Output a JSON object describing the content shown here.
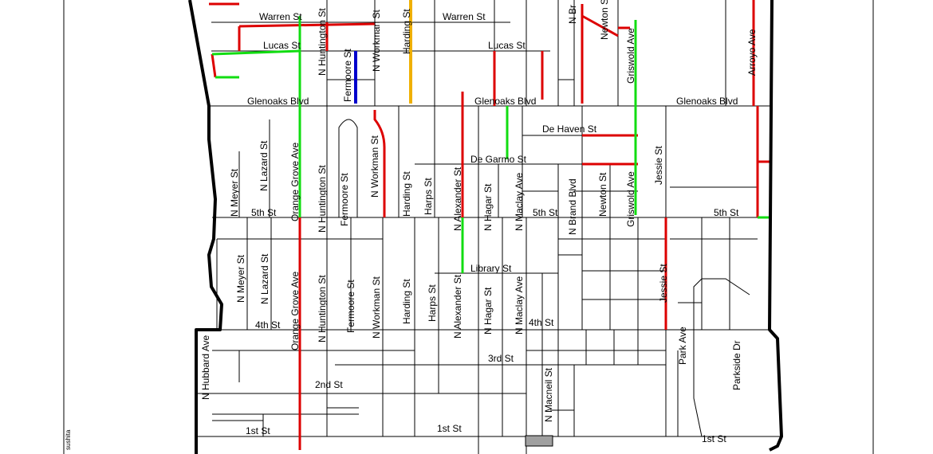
{
  "map": {
    "credit_text": "sushita",
    "colors": {
      "red": "#dd0000",
      "green": "#11dd11",
      "blue": "#0000cc",
      "orange": "#f0b000",
      "gray_lot": "#a0a0a0",
      "boundary": "#000000"
    },
    "labels": {
      "warren_w": "Warren St",
      "warren_e": "Warren St",
      "lucas_w": "Lucas St",
      "lucas_e": "Lucas St",
      "glenoaks_w": "Glenoaks Blvd",
      "glenoaks_c": "Glenoaks Blvd",
      "glenoaks_e": "Glenoaks Blvd",
      "de_haven": "De Haven St",
      "de_garmo": "De Garmo St",
      "fifth_w": "5th St",
      "fifth_c": "5th St",
      "fifth_e": "5th St",
      "library": "Library St",
      "fourth_w": "4th St",
      "fourth_e": "4th St",
      "third": "3rd St",
      "second": "2nd St",
      "first_w": "1st St",
      "first_c": "1st St",
      "first_e": "1st St",
      "huntington_n": "N Huntington St",
      "fermoore_n": "Fermoore St",
      "workman_n": "N Workman St",
      "harding_n": "Harding St",
      "brand_n": "N Br",
      "newton_n": "Newton St",
      "griswold_n": "Griswold Ave",
      "arroyo": "Arroyo Ave",
      "meyer_u": "N Meyer St",
      "lazard_u": "N Lazard St",
      "orange_u": "Orange Grove Ave",
      "huntington_u": "N Huntington St",
      "fermoore_u": "Fermoore St",
      "workman_u": "N Workman St",
      "harding_u": "Harding St",
      "harps_u": "Harps St",
      "alexander_u": "N Alexander St",
      "hagar_u": "N Hagar St",
      "maclay_u": "N Maclay Ave",
      "brand_u": "N Brand Blvd",
      "newton_u": "Newton St",
      "griswold_u": "Griswold Ave",
      "jessie_u": "Jessie St",
      "meyer_l": "N Meyer St",
      "lazard_l": "N Lazard St",
      "orange_l": "Orange Grove Ave",
      "huntington_l": "N Huntington St",
      "fermoore_l": "Fermoore St",
      "workman_l": "N Workman St",
      "harding_l": "Harding St",
      "harps_l": "Harps St",
      "alexander_l": "N Alexander St",
      "hagar_l": "N Hagar St",
      "maclay_l": "N Maclay Ave",
      "jessie_l": "Jessie St",
      "hubbard": "N Hubbard Ave",
      "macneil": "N Macneil St",
      "park": "Park Ave",
      "parkside": "Parkside Dr"
    }
  }
}
